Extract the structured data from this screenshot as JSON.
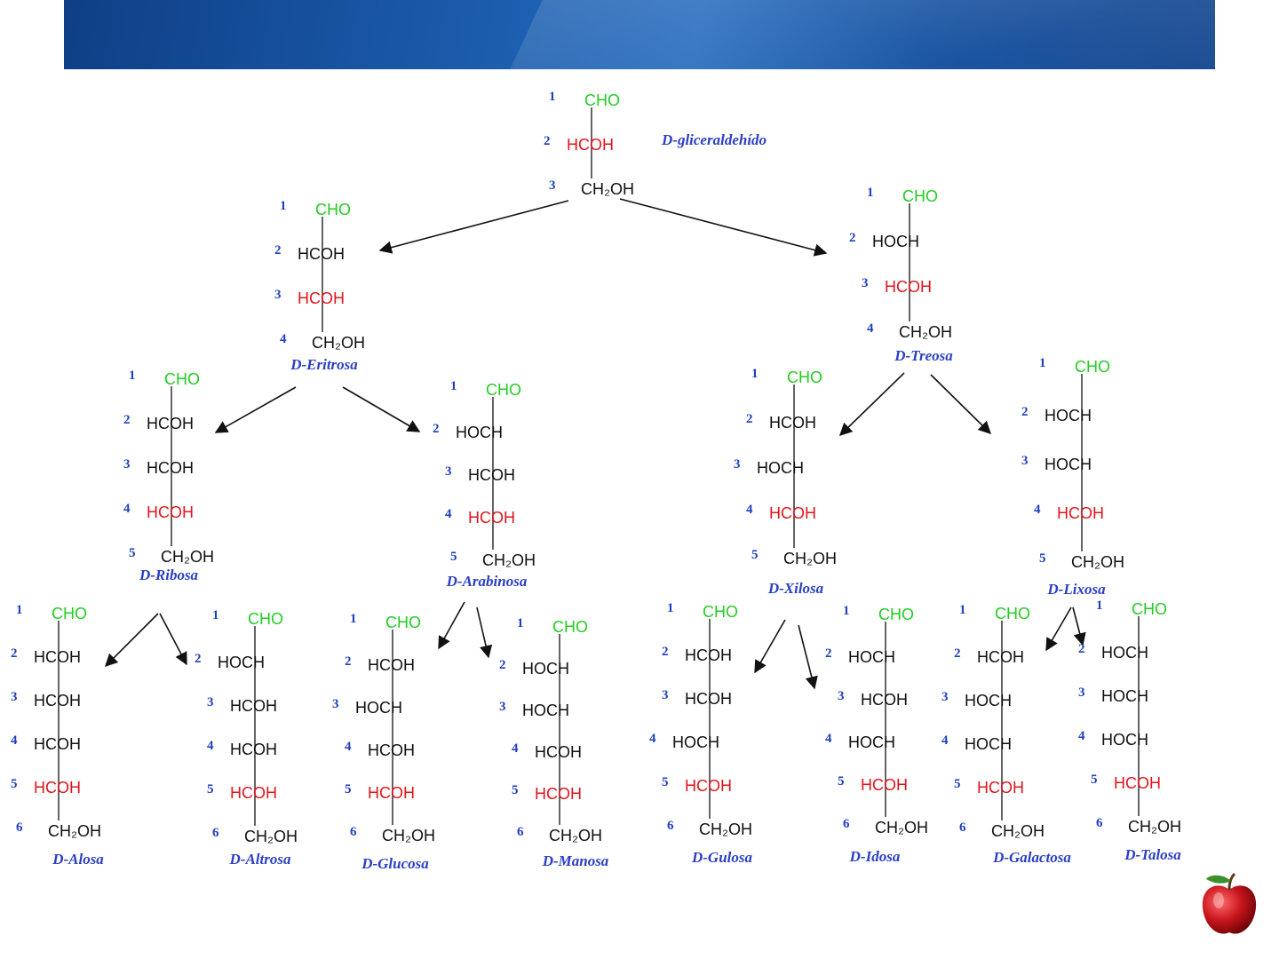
{
  "colors": {
    "aldehyde": "#22cc22",
    "chiral_last": "#e0141c",
    "plain": "#111111",
    "label": "#2a3fc4"
  },
  "sugars": [
    {
      "id": "gliceraldehido",
      "name": "D-gliceraldehído",
      "groups": [
        "CHO",
        "HCOH",
        "CH₂OH"
      ]
    },
    {
      "id": "eritrosa",
      "name": "D-Eritrosa",
      "groups": [
        "CHO",
        "HCOH",
        "HCOH",
        "CH₂OH"
      ]
    },
    {
      "id": "treosa",
      "name": "D-Treosa",
      "groups": [
        "CHO",
        "HOCH",
        "HCOH",
        "CH₂OH"
      ]
    },
    {
      "id": "ribosa",
      "name": "D-Ribosa",
      "groups": [
        "CHO",
        "HCOH",
        "HCOH",
        "HCOH",
        "CH₂OH"
      ]
    },
    {
      "id": "arabinosa",
      "name": "D-Arabinosa",
      "groups": [
        "CHO",
        "HOCH",
        "HCOH",
        "HCOH",
        "CH₂OH"
      ]
    },
    {
      "id": "xilosa",
      "name": "D-Xilosa",
      "groups": [
        "CHO",
        "HCOH",
        "HOCH",
        "HCOH",
        "CH₂OH"
      ]
    },
    {
      "id": "lixosa",
      "name": "D-Lixosa",
      "groups": [
        "CHO",
        "HOCH",
        "HOCH",
        "HCOH",
        "CH₂OH"
      ]
    },
    {
      "id": "alosa",
      "name": "D-Alosa",
      "groups": [
        "CHO",
        "HCOH",
        "HCOH",
        "HCOH",
        "HCOH",
        "CH₂OH"
      ]
    },
    {
      "id": "altrosa",
      "name": "D-Altrosa",
      "groups": [
        "CHO",
        "HOCH",
        "HCOH",
        "HCOH",
        "HCOH",
        "CH₂OH"
      ]
    },
    {
      "id": "glucosa",
      "name": "D-Glucosa",
      "groups": [
        "CHO",
        "HCOH",
        "HOCH",
        "HCOH",
        "HCOH",
        "CH₂OH"
      ]
    },
    {
      "id": "manosa",
      "name": "D-Manosa",
      "groups": [
        "CHO",
        "HOCH",
        "HOCH",
        "HCOH",
        "HCOH",
        "CH₂OH"
      ]
    },
    {
      "id": "gulosa",
      "name": "D-Gulosa",
      "groups": [
        "CHO",
        "HCOH",
        "HCOH",
        "HOCH",
        "HCOH",
        "CH₂OH"
      ]
    },
    {
      "id": "idosa",
      "name": "D-Idosa",
      "groups": [
        "CHO",
        "HOCH",
        "HCOH",
        "HOCH",
        "HCOH",
        "CH₂OH"
      ]
    },
    {
      "id": "galactosa",
      "name": "D-Galactosa",
      "groups": [
        "CHO",
        "HCOH",
        "HOCH",
        "HOCH",
        "HCOH",
        "CH₂OH"
      ]
    },
    {
      "id": "talosa",
      "name": "D-Talosa",
      "groups": [
        "CHO",
        "HOCH",
        "HOCH",
        "HOCH",
        "HCOH",
        "CH₂OH"
      ]
    }
  ],
  "edges": [
    [
      "gliceraldehido",
      "eritrosa"
    ],
    [
      "gliceraldehido",
      "treosa"
    ],
    [
      "eritrosa",
      "ribosa"
    ],
    [
      "eritrosa",
      "arabinosa"
    ],
    [
      "treosa",
      "xilosa"
    ],
    [
      "treosa",
      "lixosa"
    ],
    [
      "ribosa",
      "alosa"
    ],
    [
      "ribosa",
      "altrosa"
    ],
    [
      "arabinosa",
      "glucosa"
    ],
    [
      "arabinosa",
      "manosa"
    ],
    [
      "xilosa",
      "gulosa"
    ],
    [
      "xilosa",
      "idosa"
    ],
    [
      "lixosa",
      "galactosa"
    ],
    [
      "lixosa",
      "talosa"
    ]
  ],
  "logo": "apple-icon"
}
